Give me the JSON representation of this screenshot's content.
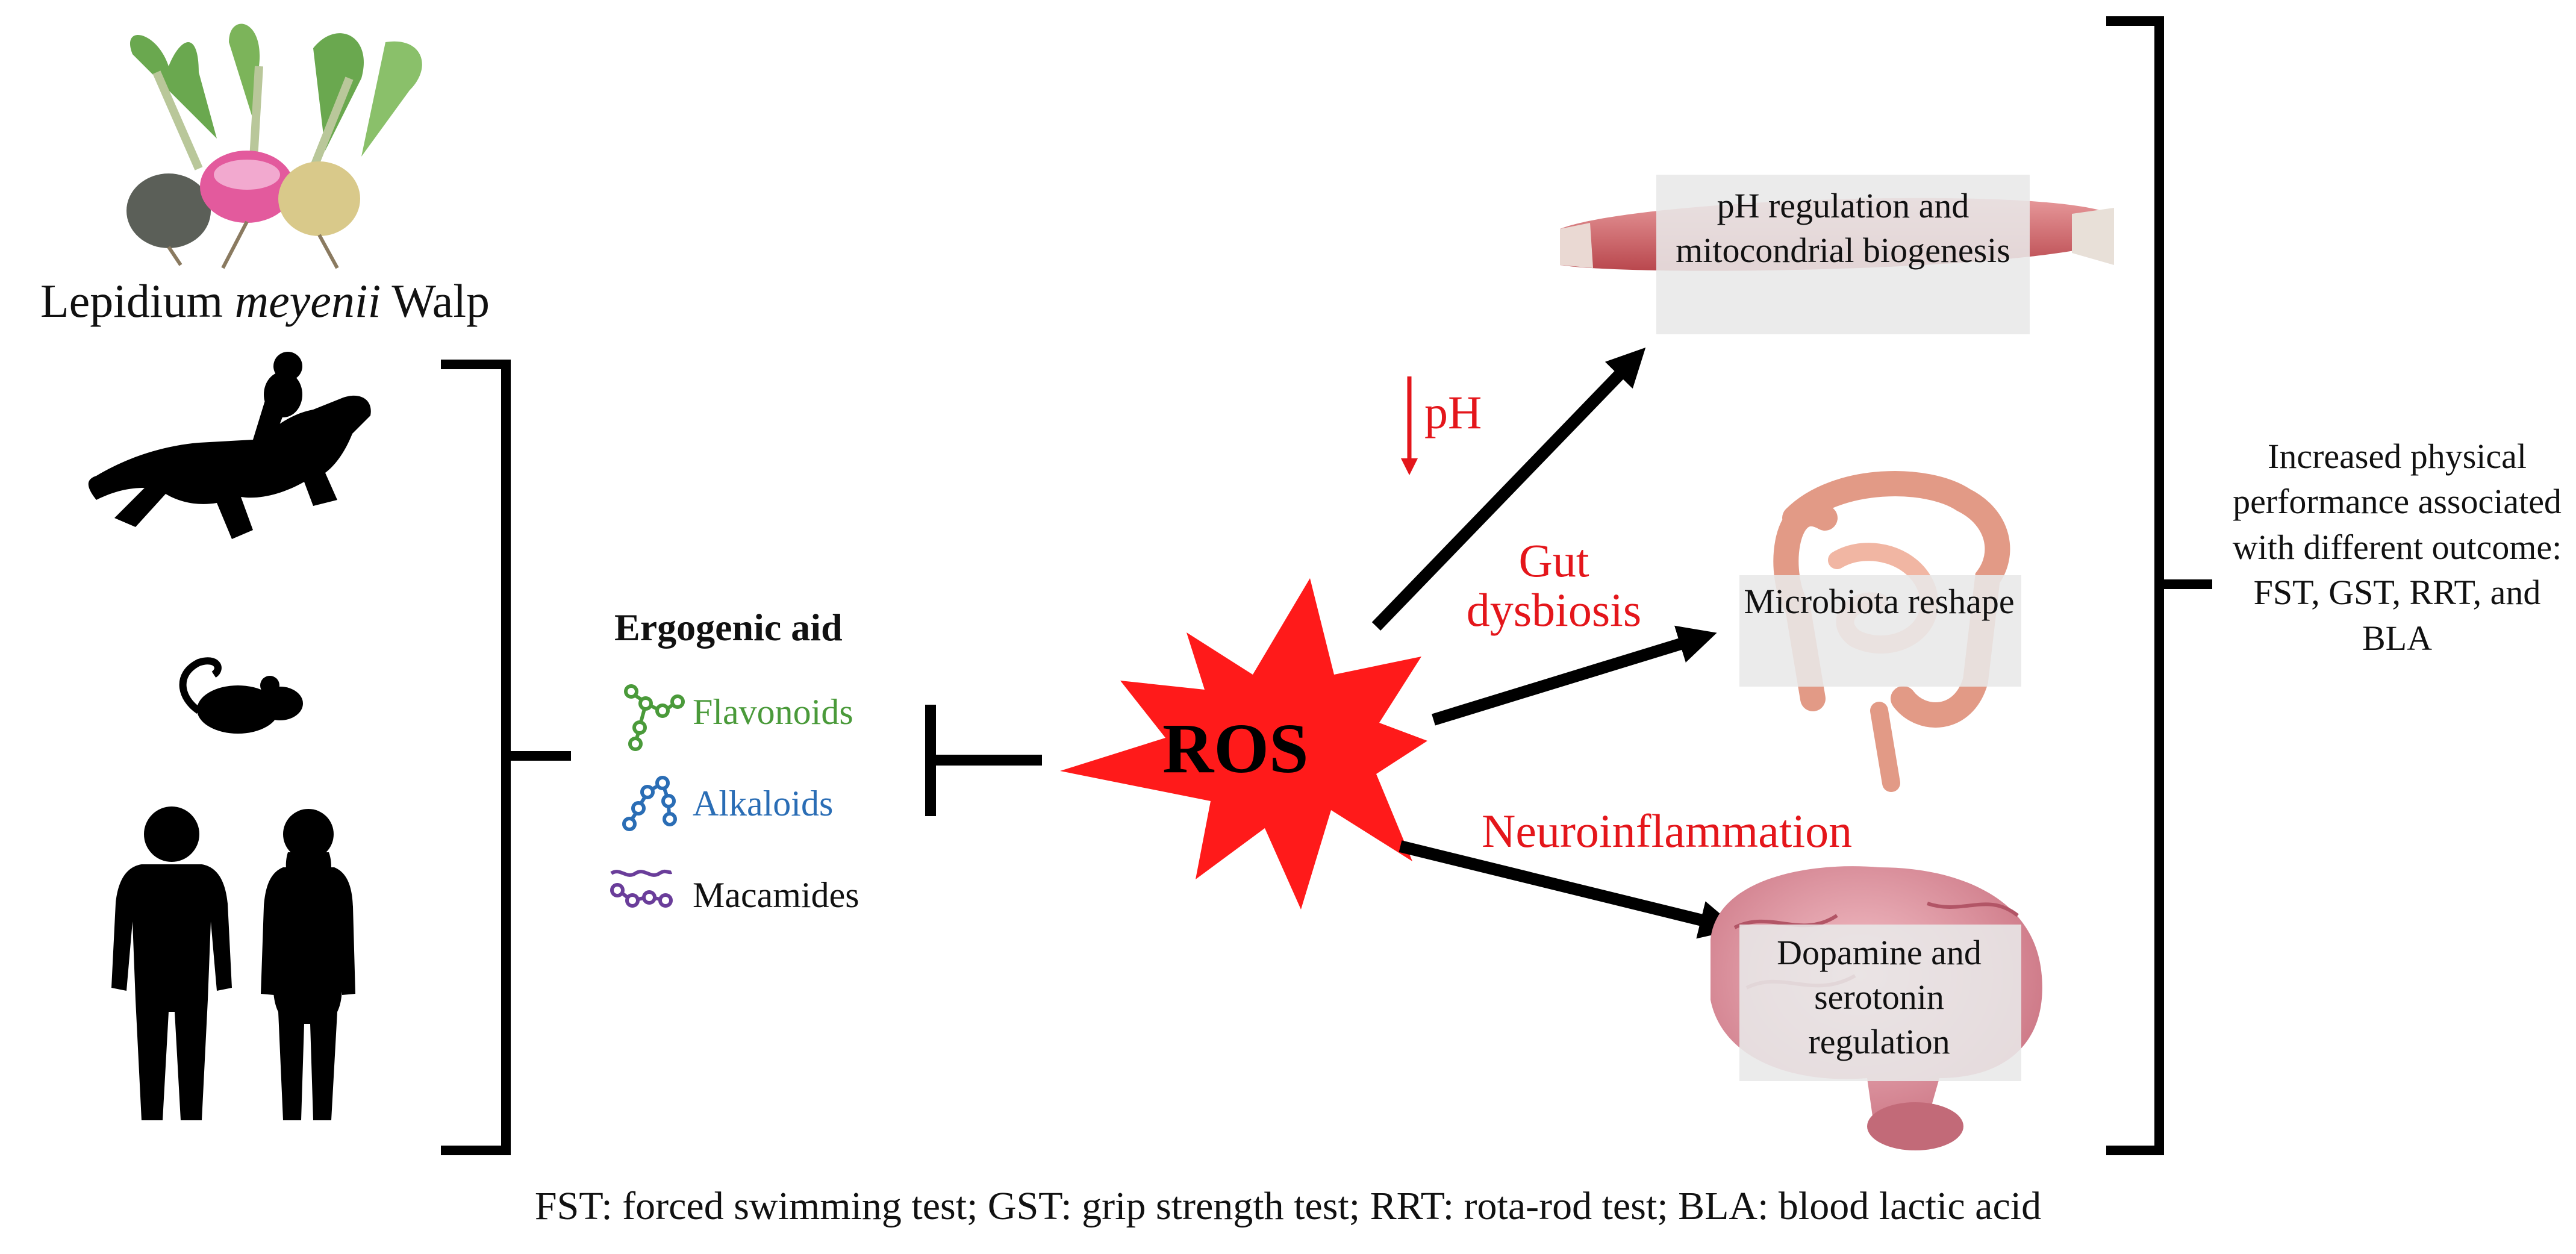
{
  "plant": {
    "title_pre": "Lepidium ",
    "title_italic": "meyenii",
    "title_post": " Walp"
  },
  "subjects": [
    "horse-rider-icon",
    "mouse-icon",
    "human-male-icon",
    "human-female-icon"
  ],
  "ergogenic": {
    "title": "Ergogenic aid",
    "compounds": [
      {
        "label": "Flavonoids",
        "color": "#4a9a3a"
      },
      {
        "label": "Alkaloids",
        "color": "#2a6db5"
      },
      {
        "label": "Macamides",
        "color": "#111111"
      }
    ]
  },
  "ros": {
    "label": "ROS",
    "color": "#ff1a1a"
  },
  "pathways": {
    "ph_label": "pH",
    "gut_label": "Gut dysbiosis",
    "neuro_label": "Neuroinflammation",
    "muscle_box": "pH regulation and mitocondrial biogenesis",
    "micro_box": "Microbiota reshape",
    "brain_box": "Dopamine and serotonin regulation"
  },
  "outcome": {
    "text": "Increased physical performance associated with different outcome: FST, GST, RRT, and BLA"
  },
  "footer": {
    "text": "FST: forced swimming test; GST: grip strength test; RRT: rota-rod test; BLA: blood lactic acid"
  },
  "colors": {
    "accent_red": "#e4161b",
    "arrow": "#000000",
    "label_box": "#e8e8e8",
    "muscle": "#d36b6e",
    "intestine": "#e9a08e",
    "brain": "#e99aa6"
  }
}
